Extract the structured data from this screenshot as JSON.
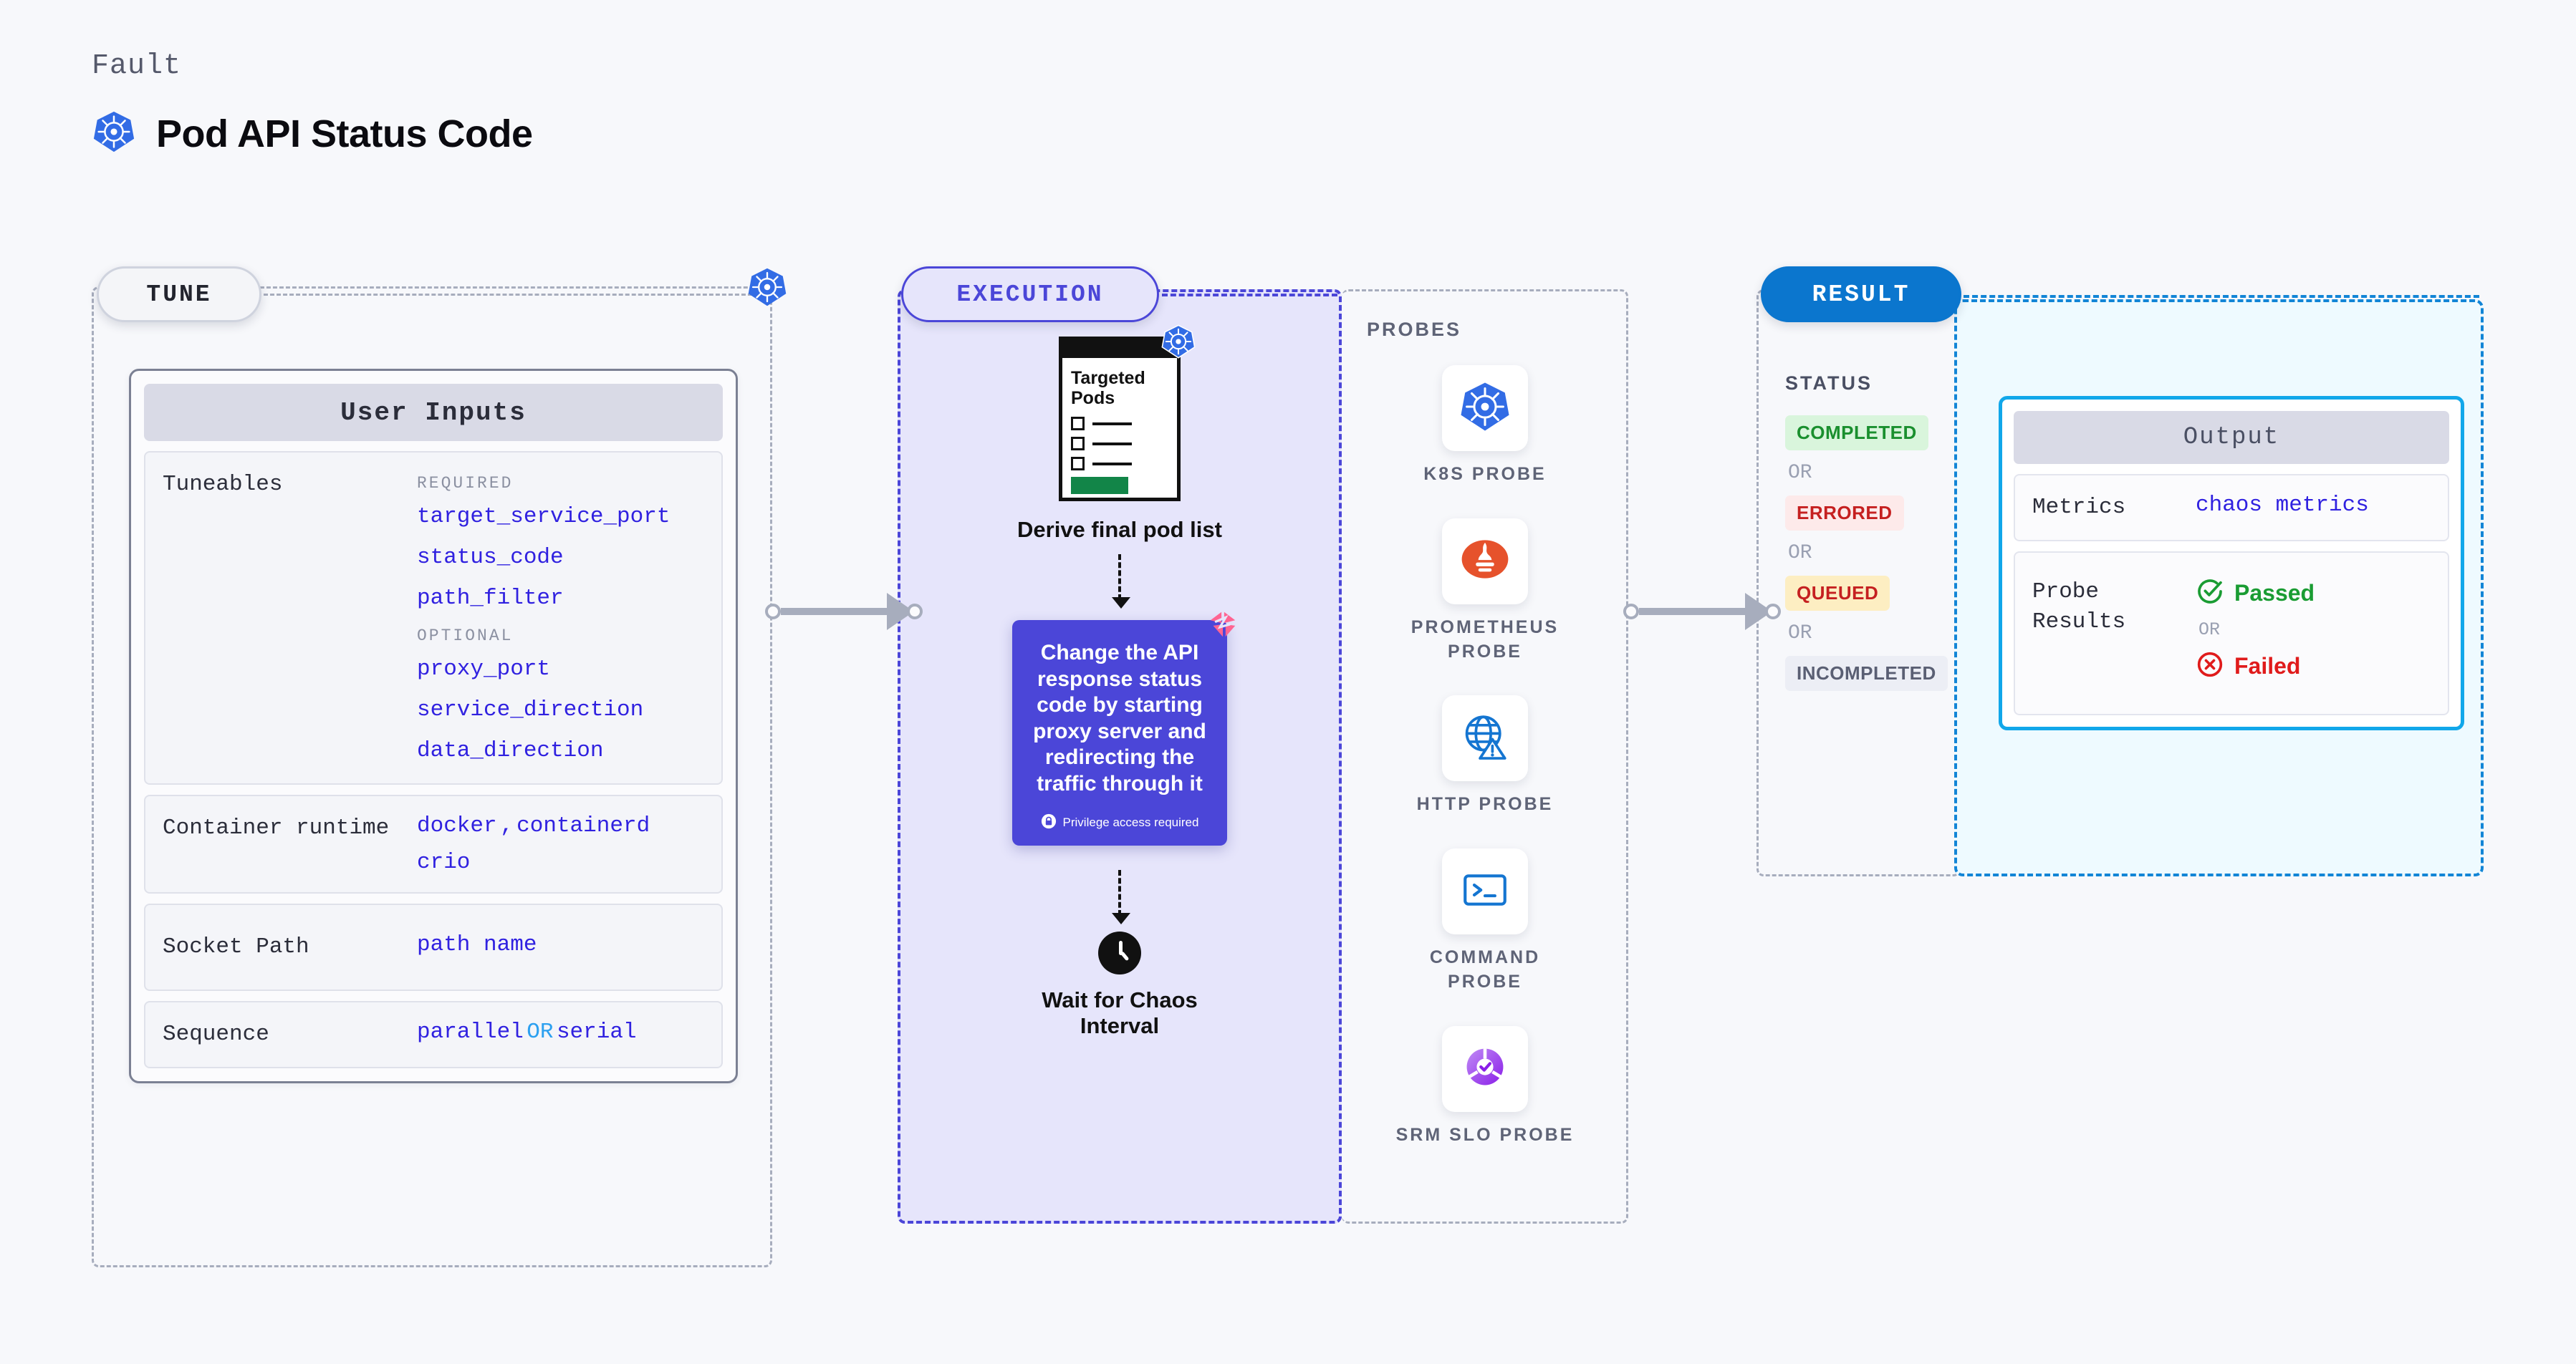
{
  "header": {
    "kicker": "Fault",
    "title": "Pod API Status Code",
    "icon": "kubernetes-icon"
  },
  "stages": {
    "tune": "TUNE",
    "execution": "EXECUTION",
    "result": "RESULT"
  },
  "tune": {
    "card_title": "User Inputs",
    "rows": [
      {
        "label": "Tuneables",
        "groups": [
          {
            "heading": "REQUIRED",
            "items": [
              "target_service_port",
              "status_code",
              "path_filter"
            ]
          },
          {
            "heading": "OPTIONAL",
            "items": [
              "proxy_port",
              "service_direction",
              "data_direction"
            ]
          }
        ]
      },
      {
        "label": "Container runtime",
        "values_line1": "docker",
        "separator": ",",
        "values_line1b": "containerd",
        "values_line2": "crio"
      },
      {
        "label": "Socket Path",
        "value": "path name"
      },
      {
        "label": "Sequence",
        "value_a": "parallel",
        "or": "OR",
        "value_b": "serial"
      }
    ]
  },
  "execution": {
    "pods_card_title": "Targeted Pods",
    "pods_caption": "Derive final pod list",
    "action_text": "Change the API response status code by starting proxy server and redirecting the traffic through it",
    "privilege_note": "Privilege access required",
    "privilege_icon": "lock-icon",
    "wait_caption": "Wait for Chaos Interval",
    "wait_icon": "clock-icon",
    "litmus_icon": "litmus-logo-icon",
    "k8s_icon": "kubernetes-icon"
  },
  "probes": {
    "title": "PROBES",
    "items": [
      {
        "label": "K8S PROBE",
        "icon": "kubernetes-icon"
      },
      {
        "label": "PROMETHEUS PROBE",
        "icon": "prometheus-icon"
      },
      {
        "label": "HTTP PROBE",
        "icon": "http-globe-warning-icon"
      },
      {
        "label": "COMMAND PROBE",
        "icon": "terminal-icon"
      },
      {
        "label": "SRM SLO PROBE",
        "icon": "srm-slo-donut-check-icon"
      }
    ]
  },
  "result": {
    "status_title": "STATUS",
    "or_label": "OR",
    "statuses": [
      {
        "label": "COMPLETED",
        "bg": "#d9f5dc",
        "fg": "#1a8f2e"
      },
      {
        "label": "ERRORED",
        "bg": "#fdeaea",
        "fg": "#c52020"
      },
      {
        "label": "QUEUED",
        "bg": "#fdeec2",
        "fg": "#c52020"
      },
      {
        "label": "INCOMPLETED",
        "bg": "#eceef5",
        "fg": "#5a5f73"
      }
    ]
  },
  "output": {
    "title": "Output",
    "metrics_label": "Metrics",
    "metrics_value": "chaos metrics",
    "probe_results_label": "Probe Results",
    "passed": "Passed",
    "failed": "Failed",
    "or_label": "OR",
    "passed_icon": "check-circle-icon",
    "failed_icon": "x-circle-icon"
  },
  "colors": {
    "accent_purple": "#4b46d8",
    "accent_blue": "#0b76ce",
    "accent_cyan": "#11a7ea",
    "code_blue": "#3021e0",
    "k8s_blue": "#326ce5",
    "litmus_pink": "#ff6492"
  }
}
